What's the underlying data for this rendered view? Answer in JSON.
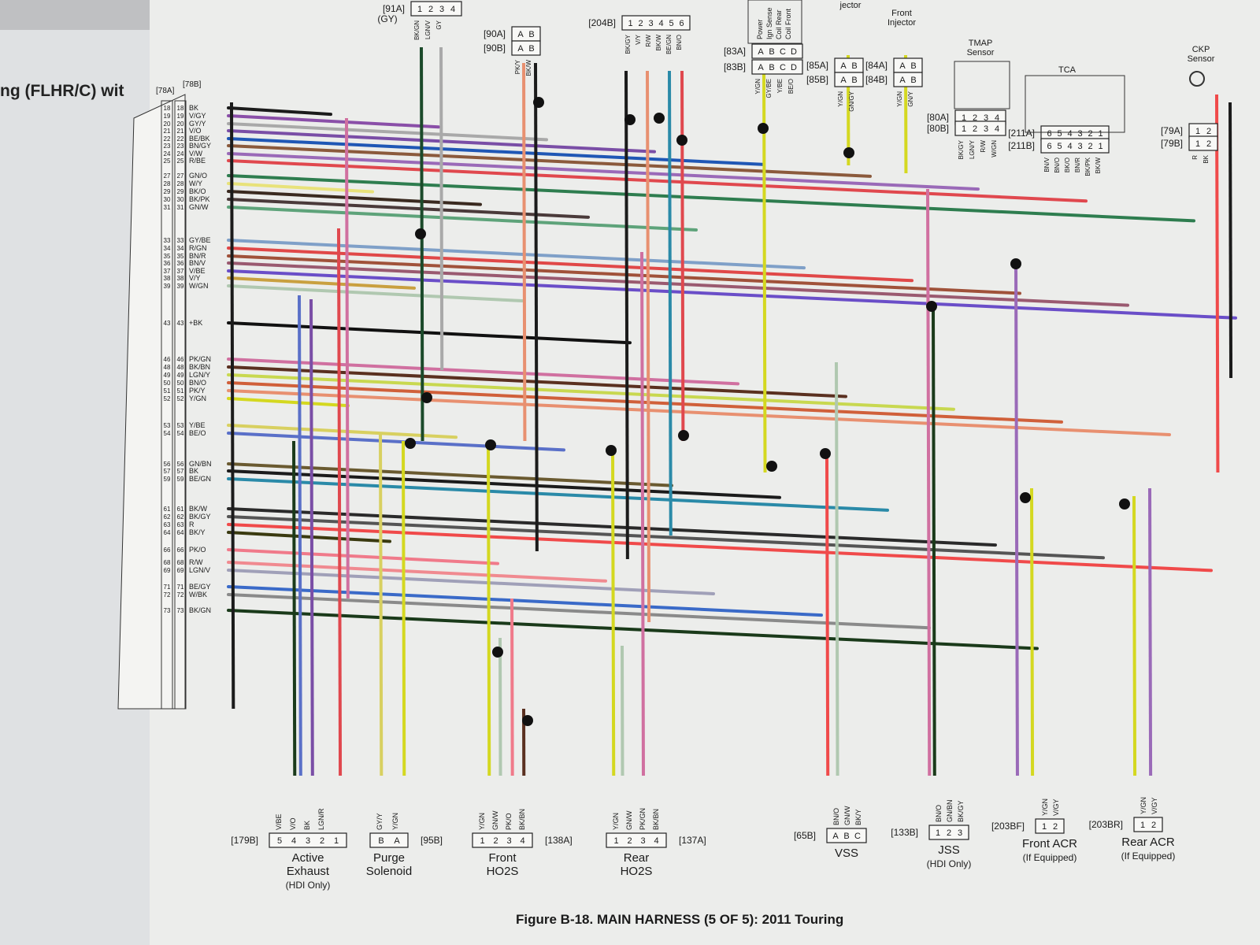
{
  "page": {
    "left_title": "ng (FLHR/C) wit",
    "caption": "Figure B-18. MAIN HARNESS (5 OF 5): 2011 Touring"
  },
  "ecm": {
    "connector_a": "[78A]",
    "connector_b": "[78B]"
  },
  "ecm_pins": [
    {
      "pin": "18",
      "wire": "BK",
      "color": "#1b1b1b"
    },
    {
      "pin": "19",
      "wire": "V/GY",
      "color": "#8a4fa8"
    },
    {
      "pin": "20",
      "wire": "GY/Y",
      "color": "#a9a9a9"
    },
    {
      "pin": "21",
      "wire": "V/O",
      "color": "#7a4ea6"
    },
    {
      "pin": "22",
      "wire": "BE/BK",
      "color": "#1f57b5"
    },
    {
      "pin": "23",
      "wire": "BN/GY",
      "color": "#8b5a3c"
    },
    {
      "pin": "24",
      "wire": "V/W",
      "color": "#9a6ab8"
    },
    {
      "pin": "25",
      "wire": "R/BE",
      "color": "#e0484e"
    },
    {
      "pin": "27",
      "wire": "GN/O",
      "color": "#2e7d4f"
    },
    {
      "pin": "28",
      "wire": "W/Y",
      "color": "#e8e27a"
    },
    {
      "pin": "29",
      "wire": "BK/O",
      "color": "#3a2a20"
    },
    {
      "pin": "30",
      "wire": "BK/PK",
      "color": "#4a3a3a"
    },
    {
      "pin": "31",
      "wire": "GN/W",
      "color": "#5ea37a"
    },
    {
      "pin": "33",
      "wire": "GY/BE",
      "color": "#7fa0c8"
    },
    {
      "pin": "34",
      "wire": "R/GN",
      "color": "#e04848"
    },
    {
      "pin": "35",
      "wire": "BN/R",
      "color": "#a0523a"
    },
    {
      "pin": "36",
      "wire": "BN/V",
      "color": "#9a5a70"
    },
    {
      "pin": "37",
      "wire": "V/BE",
      "color": "#6a4ec8"
    },
    {
      "pin": "38",
      "wire": "V/Y",
      "color": "#c9a040"
    },
    {
      "pin": "39",
      "wire": "W/GN",
      "color": "#b0c8b0"
    },
    {
      "pin": "43",
      "wire": "+BK",
      "color": "#111111"
    },
    {
      "pin": "46",
      "wire": "PK/GN",
      "color": "#d070a0"
    },
    {
      "pin": "48",
      "wire": "BK/BN",
      "color": "#5a3020"
    },
    {
      "pin": "49",
      "wire": "LGN/Y",
      "color": "#c8d850"
    },
    {
      "pin": "50",
      "wire": "BN/O",
      "color": "#d0603a"
    },
    {
      "pin": "51",
      "wire": "PK/Y",
      "color": "#e89070"
    },
    {
      "pin": "52",
      "wire": "Y/GN",
      "color": "#d4d820"
    },
    {
      "pin": "53",
      "wire": "Y/BE",
      "color": "#d8d060"
    },
    {
      "pin": "54",
      "wire": "BE/O",
      "color": "#5a70c8"
    },
    {
      "pin": "56",
      "wire": "GN/BN",
      "color": "#6a5a30"
    },
    {
      "pin": "57",
      "wire": "BK",
      "color": "#1b1b1b"
    },
    {
      "pin": "59",
      "wire": "BE/GN",
      "color": "#2a8aa8"
    },
    {
      "pin": "61",
      "wire": "BK/W",
      "color": "#2a2a2a"
    },
    {
      "pin": "62",
      "wire": "BK/GY",
      "color": "#555555"
    },
    {
      "pin": "63",
      "wire": "R",
      "color": "#f04a4a"
    },
    {
      "pin": "64",
      "wire": "BK/Y",
      "color": "#3a3a10"
    },
    {
      "pin": "66",
      "wire": "PK/O",
      "color": "#f07a8a"
    },
    {
      "pin": "68",
      "wire": "R/W",
      "color": "#f08a90"
    },
    {
      "pin": "69",
      "wire": "LGN/V",
      "color": "#a0a0b8"
    },
    {
      "pin": "71",
      "wire": "BE/GY",
      "color": "#3a6ac8"
    },
    {
      "pin": "72",
      "wire": "W/BK",
      "color": "#8a8a8a"
    },
    {
      "pin": "73",
      "wire": "BK/GN",
      "color": "#1a3a1a"
    }
  ],
  "top_connectors": [
    {
      "ref": "[91A]",
      "pins": [
        "1",
        "2",
        "3",
        "4"
      ],
      "extra": "(GY)",
      "wires": [
        "BK/GN",
        "LGN/V",
        "GY"
      ]
    },
    {
      "ref": "[90A]",
      "pins": [
        "A",
        "B"
      ],
      "extra": "",
      "wires": []
    },
    {
      "ref": "[90B]",
      "pins": [
        "A",
        "B"
      ],
      "extra": "",
      "wires": [
        "PK/Y",
        "BK/W"
      ]
    },
    {
      "ref": "[204B]",
      "pins": [
        "1",
        "2",
        "3",
        "4",
        "5",
        "6"
      ],
      "extra": "",
      "wires": [
        "BK/GY",
        "V/Y",
        "R/W",
        "BK/W",
        "BE/GN",
        "BN/O"
      ]
    },
    {
      "ref": "[83A]",
      "pins": [
        "A",
        "B",
        "C",
        "D"
      ],
      "extra": "",
      "wires": []
    },
    {
      "ref": "[83B]",
      "pins": [
        "A",
        "B",
        "C",
        "D"
      ],
      "extra": "",
      "wires": [
        "Y/GN",
        "GY/BE",
        "Y/BE",
        "BE/O"
      ]
    },
    {
      "ref": "[85A]",
      "pins": [
        "A",
        "B"
      ],
      "extra": "",
      "wires": []
    },
    {
      "ref": "[85B]",
      "pins": [
        "A",
        "B"
      ],
      "extra": "",
      "wires": [
        "Y/GN",
        "GN/GY"
      ]
    },
    {
      "ref": "[84A]",
      "pins": [
        "A",
        "B"
      ],
      "extra": "",
      "wires": []
    },
    {
      "ref": "[84B]",
      "pins": [
        "A",
        "B"
      ],
      "extra": "",
      "wires": [
        "Y/GN",
        "GN/Y"
      ]
    },
    {
      "ref": "[80A]",
      "pins": [
        "1",
        "2",
        "3",
        "4"
      ],
      "extra": "",
      "wires": []
    },
    {
      "ref": "[80B]",
      "pins": [
        "1",
        "2",
        "3",
        "4"
      ],
      "extra": "",
      "wires": [
        "BK/GY",
        "LGN/Y",
        "R/W",
        "W/GN"
      ]
    },
    {
      "ref": "[211A]",
      "pins": [
        "6",
        "5",
        "4",
        "3",
        "2",
        "1"
      ],
      "extra": "",
      "wires": []
    },
    {
      "ref": "[211B]",
      "pins": [
        "6",
        "5",
        "4",
        "3",
        "2",
        "1"
      ],
      "extra": "",
      "wires": [
        "BN/V",
        "BN/O",
        "BK/O",
        "BN/R",
        "BK/PK",
        "BK/W"
      ]
    },
    {
      "ref": "[79A]",
      "pins": [
        "1",
        "2"
      ],
      "extra": "",
      "wires": []
    },
    {
      "ref": "[79B]",
      "pins": [
        "1",
        "2"
      ],
      "extra": "",
      "wires": [
        "R",
        "BK"
      ]
    }
  ],
  "top_component_labels": {
    "coil": [
      "Power",
      "Ign Sense",
      "Coil Rear",
      "Coil Front"
    ],
    "rear_injector": "jector",
    "front_injector": [
      "Front",
      "Injector"
    ],
    "tmap": [
      "TMAP",
      "Sensor"
    ],
    "tca": "TCA",
    "ckp": [
      "CKP",
      "Sensor"
    ]
  },
  "bottom_connectors": [
    {
      "ref": "[179B]",
      "pins": [
        "5",
        "4",
        "3",
        "2",
        "1"
      ],
      "wires": [
        "V/BE",
        "V/O",
        "BK",
        "LGN/R"
      ],
      "label": [
        "Active",
        "Exhaust",
        "(HDI Only)"
      ]
    },
    {
      "ref": "[95B]",
      "pins": [
        "B",
        "A"
      ],
      "wires": [
        "GY/Y",
        "Y/GN"
      ],
      "label": [
        "Purge",
        "Solenoid"
      ]
    },
    {
      "ref": "[138A]",
      "pins": [
        "1",
        "2",
        "3",
        "4"
      ],
      "wires": [
        "Y/GN",
        "GN/W",
        "PK/O",
        "BK/BN"
      ],
      "label": [
        "Front",
        "HO2S"
      ]
    },
    {
      "ref": "[137A]",
      "pins": [
        "1",
        "2",
        "3",
        "4"
      ],
      "wires": [
        "Y/GN",
        "GN/W",
        "PK/GN",
        "BK/BN"
      ],
      "label": [
        "Rear",
        "HO2S"
      ]
    },
    {
      "ref": "[65B]",
      "pins": [
        "A",
        "B",
        "C"
      ],
      "wires": [
        "BN/O",
        "GN/W",
        "BK/Y"
      ],
      "label": [
        "VSS"
      ]
    },
    {
      "ref": "[133B]",
      "pins": [
        "1",
        "2",
        "3"
      ],
      "wires": [
        "BN/O",
        "GN/BN",
        "BK/GY"
      ],
      "label": [
        "JSS",
        "(HDI Only)"
      ]
    },
    {
      "ref": "[203BF]",
      "pins": [
        "1",
        "2"
      ],
      "wires": [
        "Y/GN",
        "V/GY"
      ],
      "label": [
        "Front ACR",
        "(If Equipped)"
      ]
    },
    {
      "ref": "[203BR]",
      "pins": [
        "1",
        "2"
      ],
      "wires": [
        "Y/GN",
        "V/GY"
      ],
      "label": [
        "Rear ACR",
        "(If Equipped)"
      ]
    }
  ]
}
